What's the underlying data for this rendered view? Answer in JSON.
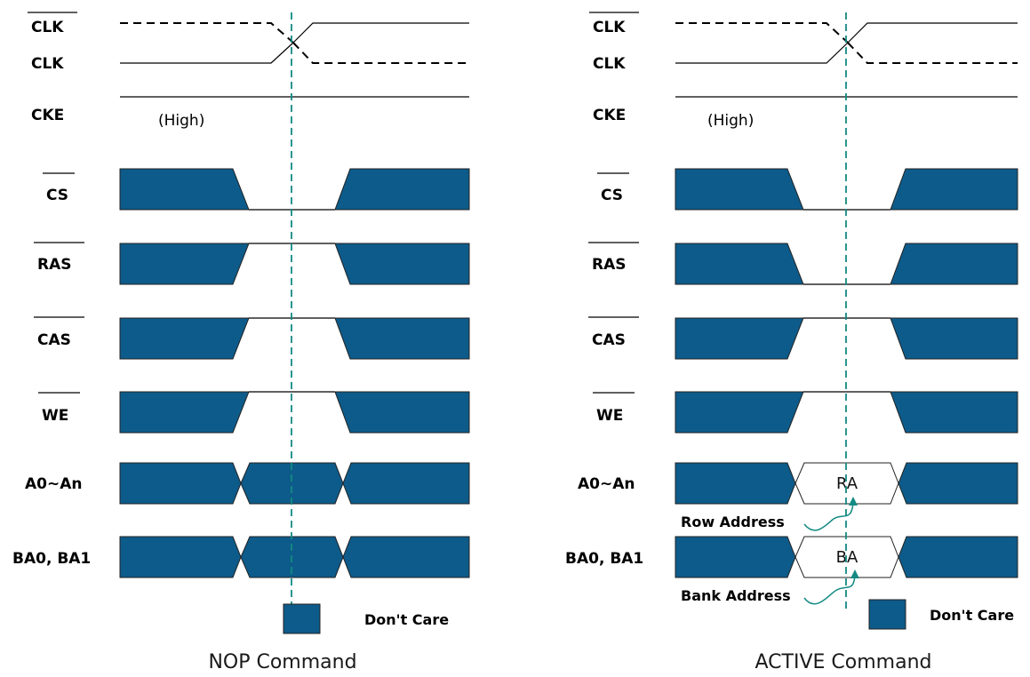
{
  "colors": {
    "dont_care_fill": "#0d5b8a",
    "marker_line": "#138a83"
  },
  "signals": {
    "clk_bar": "CLK",
    "clk": "CLK",
    "cke": "CKE",
    "cke_state": "(High)",
    "cs": "CS",
    "ras": "RAS",
    "cas": "CAS",
    "we": "WE",
    "addr": "A0~An",
    "bank": "BA0, BA1"
  },
  "legend": {
    "dont_care": "Don't Care"
  },
  "nop": {
    "caption": "NOP Command"
  },
  "active": {
    "caption": "ACTIVE Command",
    "row_value": "RA",
    "bank_value": "BA",
    "row_annotation": "Row Address",
    "bank_annotation": "Bank Address"
  }
}
